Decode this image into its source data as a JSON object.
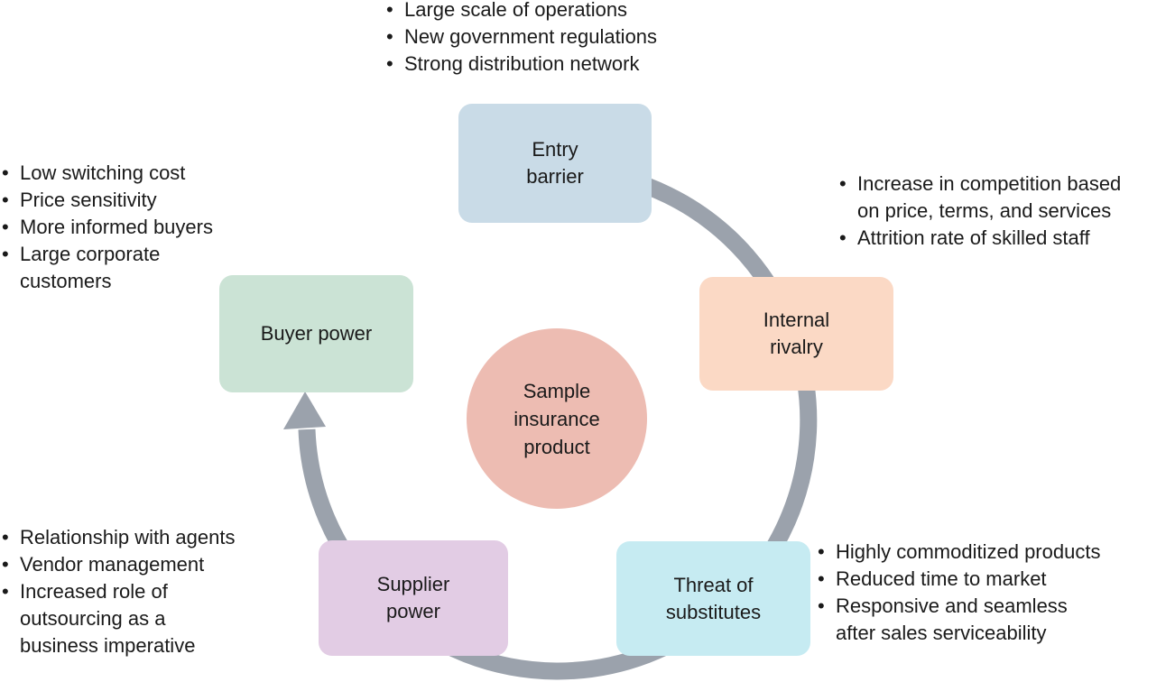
{
  "colors": {
    "arrow": "#9ba2ac",
    "text": "#1a1a1a",
    "background": "#ffffff"
  },
  "center": {
    "label": "Sample\ninsurance\nproduct",
    "color": "#edbcb2"
  },
  "forces": {
    "entry_barrier": {
      "label": "Entry\nbarrier",
      "color": "#c9dbe7",
      "bullets": [
        "Large scale of operations",
        "New government regulations",
        "Strong distribution network"
      ]
    },
    "internal_rivalry": {
      "label": "Internal\nrivalry",
      "color": "#fbd9c5",
      "bullets": [
        "Increase in competition based\non price, terms, and services",
        "Attrition rate of skilled staff"
      ]
    },
    "threat_of_substitutes": {
      "label": "Threat of\nsubstitutes",
      "color": "#c6ebf2",
      "bullets": [
        "Highly commoditized products",
        "Reduced time to market",
        "Responsive and seamless\nafter sales serviceability"
      ]
    },
    "supplier_power": {
      "label": "Supplier\npower",
      "color": "#e2cce4",
      "bullets": [
        "Relationship with agents",
        "Vendor management",
        "Increased role of\noutsourcing as a\nbusiness imperative"
      ]
    },
    "buyer_power": {
      "label": "Buyer power",
      "color": "#cbe3d5",
      "bullets": [
        "Low switching cost",
        "Price sensitivity",
        "More informed buyers",
        "Large corporate\ncustomers"
      ]
    }
  }
}
